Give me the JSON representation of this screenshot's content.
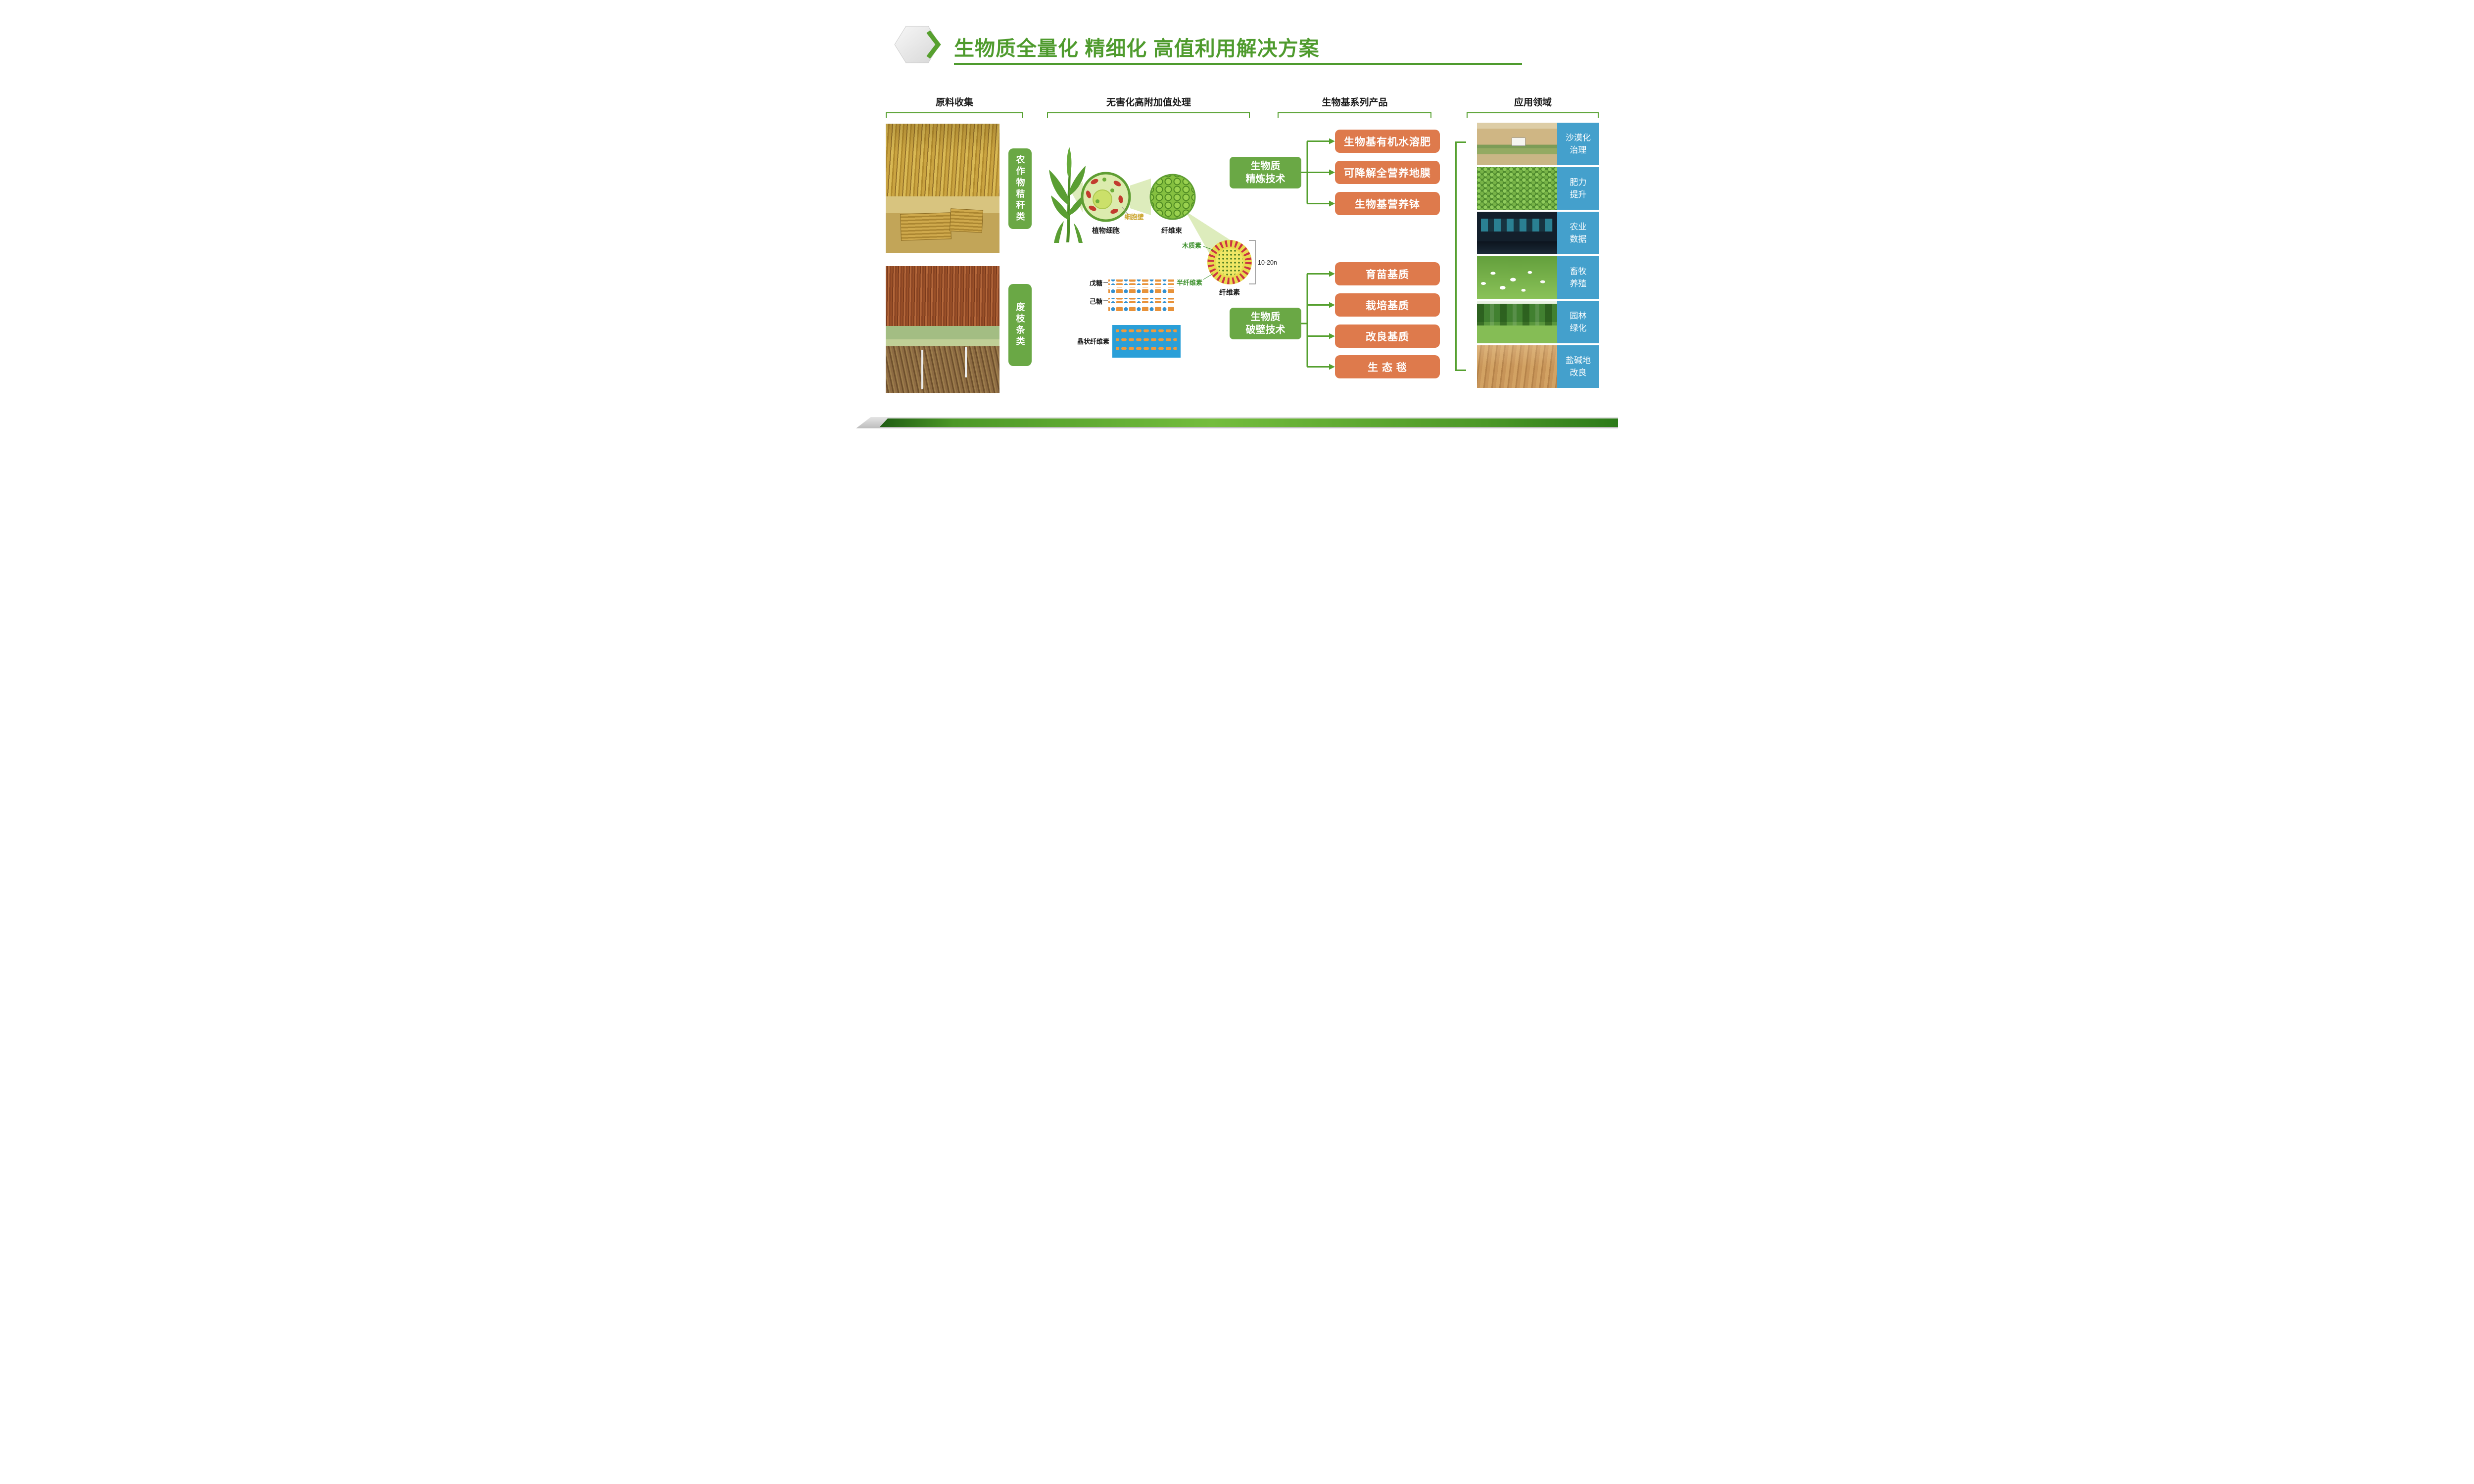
{
  "title": "生物质全量化 精细化 高值利用解决方案",
  "collection": {
    "header": "原料收集",
    "group1_label": "农作物秸秆类",
    "group2_label": "废枝条类"
  },
  "processing": {
    "header": "无害化高附加值处理",
    "plant_cell": "植物细胞",
    "cell_wall": "细胞壁",
    "fiber_bundle": "纤维束",
    "lignin": "木质素",
    "hemicellulose": "半纤维素",
    "cellulose": "纤维素",
    "fiber_scale": "10-20nm",
    "pentose": "戊糖",
    "hexose": "己糖",
    "crystalline_cellulose": "晶状纤维素"
  },
  "products": {
    "header": "生物基系列产品",
    "refining": {
      "line1": "生物质",
      "line2": "精炼技术",
      "items": [
        "生物基有机水溶肥",
        "可降解全营养地膜",
        "生物基营养钵"
      ]
    },
    "breaking": {
      "line1": "生物质",
      "line2": "破壁技术",
      "items": [
        "育苗基质",
        "栽培基质",
        "改良基质",
        "生 态 毯"
      ]
    }
  },
  "applications": {
    "header": "应用领域",
    "items": [
      {
        "line1": "沙漠化",
        "line2": "治理"
      },
      {
        "line1": "肥力",
        "line2": "提升"
      },
      {
        "line1": "农业",
        "line2": "数据"
      },
      {
        "line1": "畜牧",
        "line2": "养殖"
      },
      {
        "line1": "园林",
        "line2": "绿化"
      },
      {
        "line1": "盐碱地",
        "line2": "改良"
      }
    ]
  },
  "colors": {
    "title_green": "#4f9b2e",
    "box_green": "#6aa845",
    "box_orange": "#de7a4c",
    "label_blue": "#44a0cc"
  }
}
